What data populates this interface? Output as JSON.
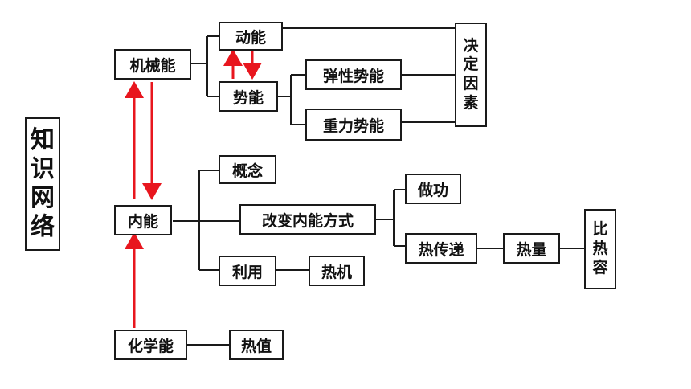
{
  "title_chars": [
    "知",
    "识",
    "网",
    "络"
  ],
  "nodes": {
    "mechanical_energy": "机械能",
    "kinetic_energy": "动能",
    "potential_energy": "势能",
    "elastic_potential": "弹性势能",
    "gravitational_potential": "重力势能",
    "determining_factors_chars": [
      "决",
      "定",
      "因",
      "素"
    ],
    "internal_energy": "内能",
    "concept": "概念",
    "change_methods": "改变内能方式",
    "work": "做功",
    "heat_transfer": "热传递",
    "heat_quantity": "热量",
    "specific_heat_chars": [
      "比",
      "热",
      "容"
    ],
    "usage": "利用",
    "heat_engine": "热机",
    "chemical_energy": "化学能",
    "heat_value": "热值"
  },
  "colors": {
    "arrow": "#e8161e",
    "line": "#1a1a1a",
    "box_border": "#1a1a1a",
    "text": "#111111",
    "background": "#ffffff"
  }
}
